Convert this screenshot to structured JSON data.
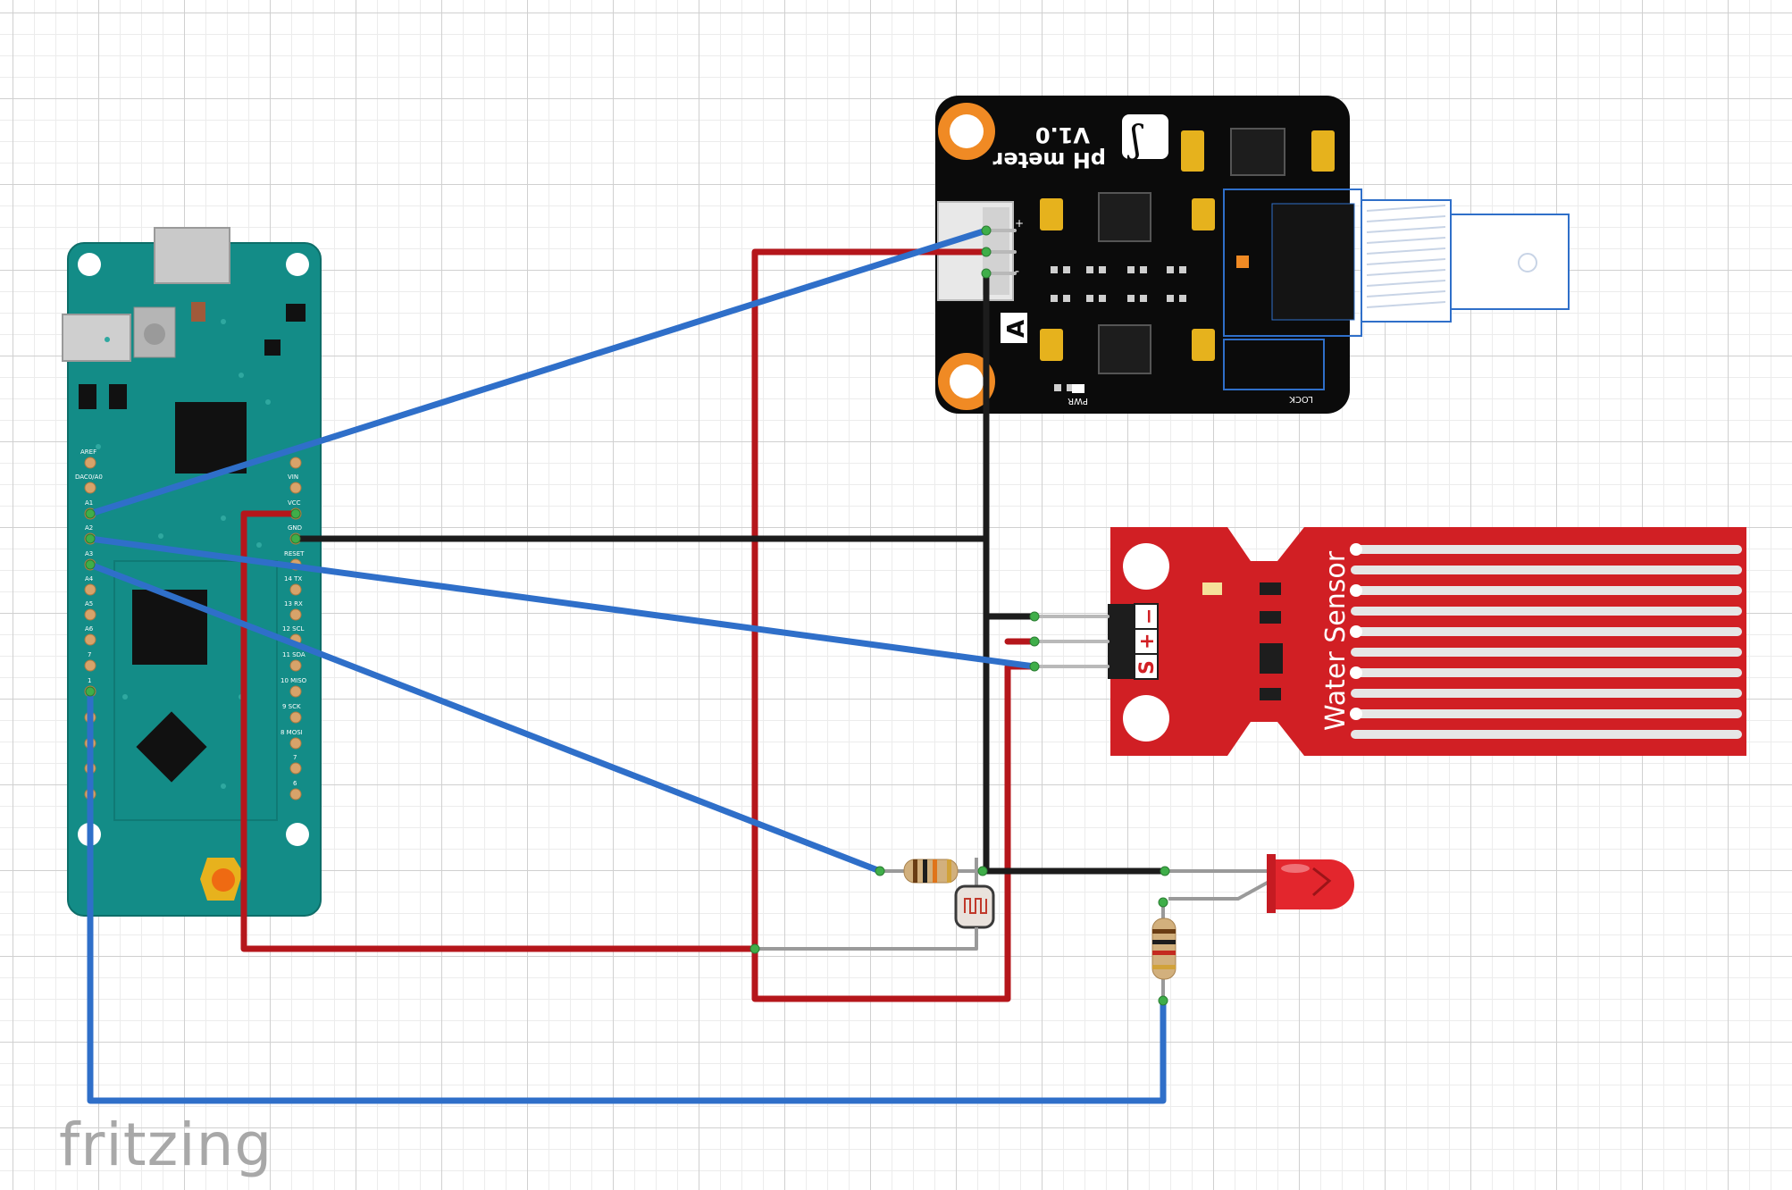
{
  "brand": "fritzing",
  "components": {
    "ph_meter": {
      "title": "pH meter",
      "version": "V1.0",
      "logo": "ʃ",
      "connector_label": "A",
      "plus_label": "+",
      "minus_label": "-",
      "pwr_label": "PWR",
      "lock_label": "LOCK"
    },
    "water_sensor": {
      "title": "Water Sensor",
      "pins": [
        "S",
        "+",
        "−"
      ]
    },
    "arduino": {
      "left_pins": [
        "AREF",
        "DAC0/A0",
        "A1",
        "A2",
        "A3",
        "A4",
        "A5",
        "A6",
        "7",
        "1"
      ],
      "right_pins": [
        "VIN",
        "VCC",
        "GND",
        "RESET",
        "14 TX",
        "13 RX",
        "12 SCL",
        "11 SDA",
        "10 MISO",
        "9 SCK",
        "8 MOSI",
        "7",
        "6"
      ]
    }
  },
  "colors": {
    "wire_red": "#b5161b",
    "wire_black": "#1c1c1c",
    "wire_blue": "#2f6fc9",
    "wire_grey": "#9a9a9a",
    "board_teal": "#138c87",
    "sensor_red": "#d11f24",
    "ph_black": "#0b0b0b"
  }
}
